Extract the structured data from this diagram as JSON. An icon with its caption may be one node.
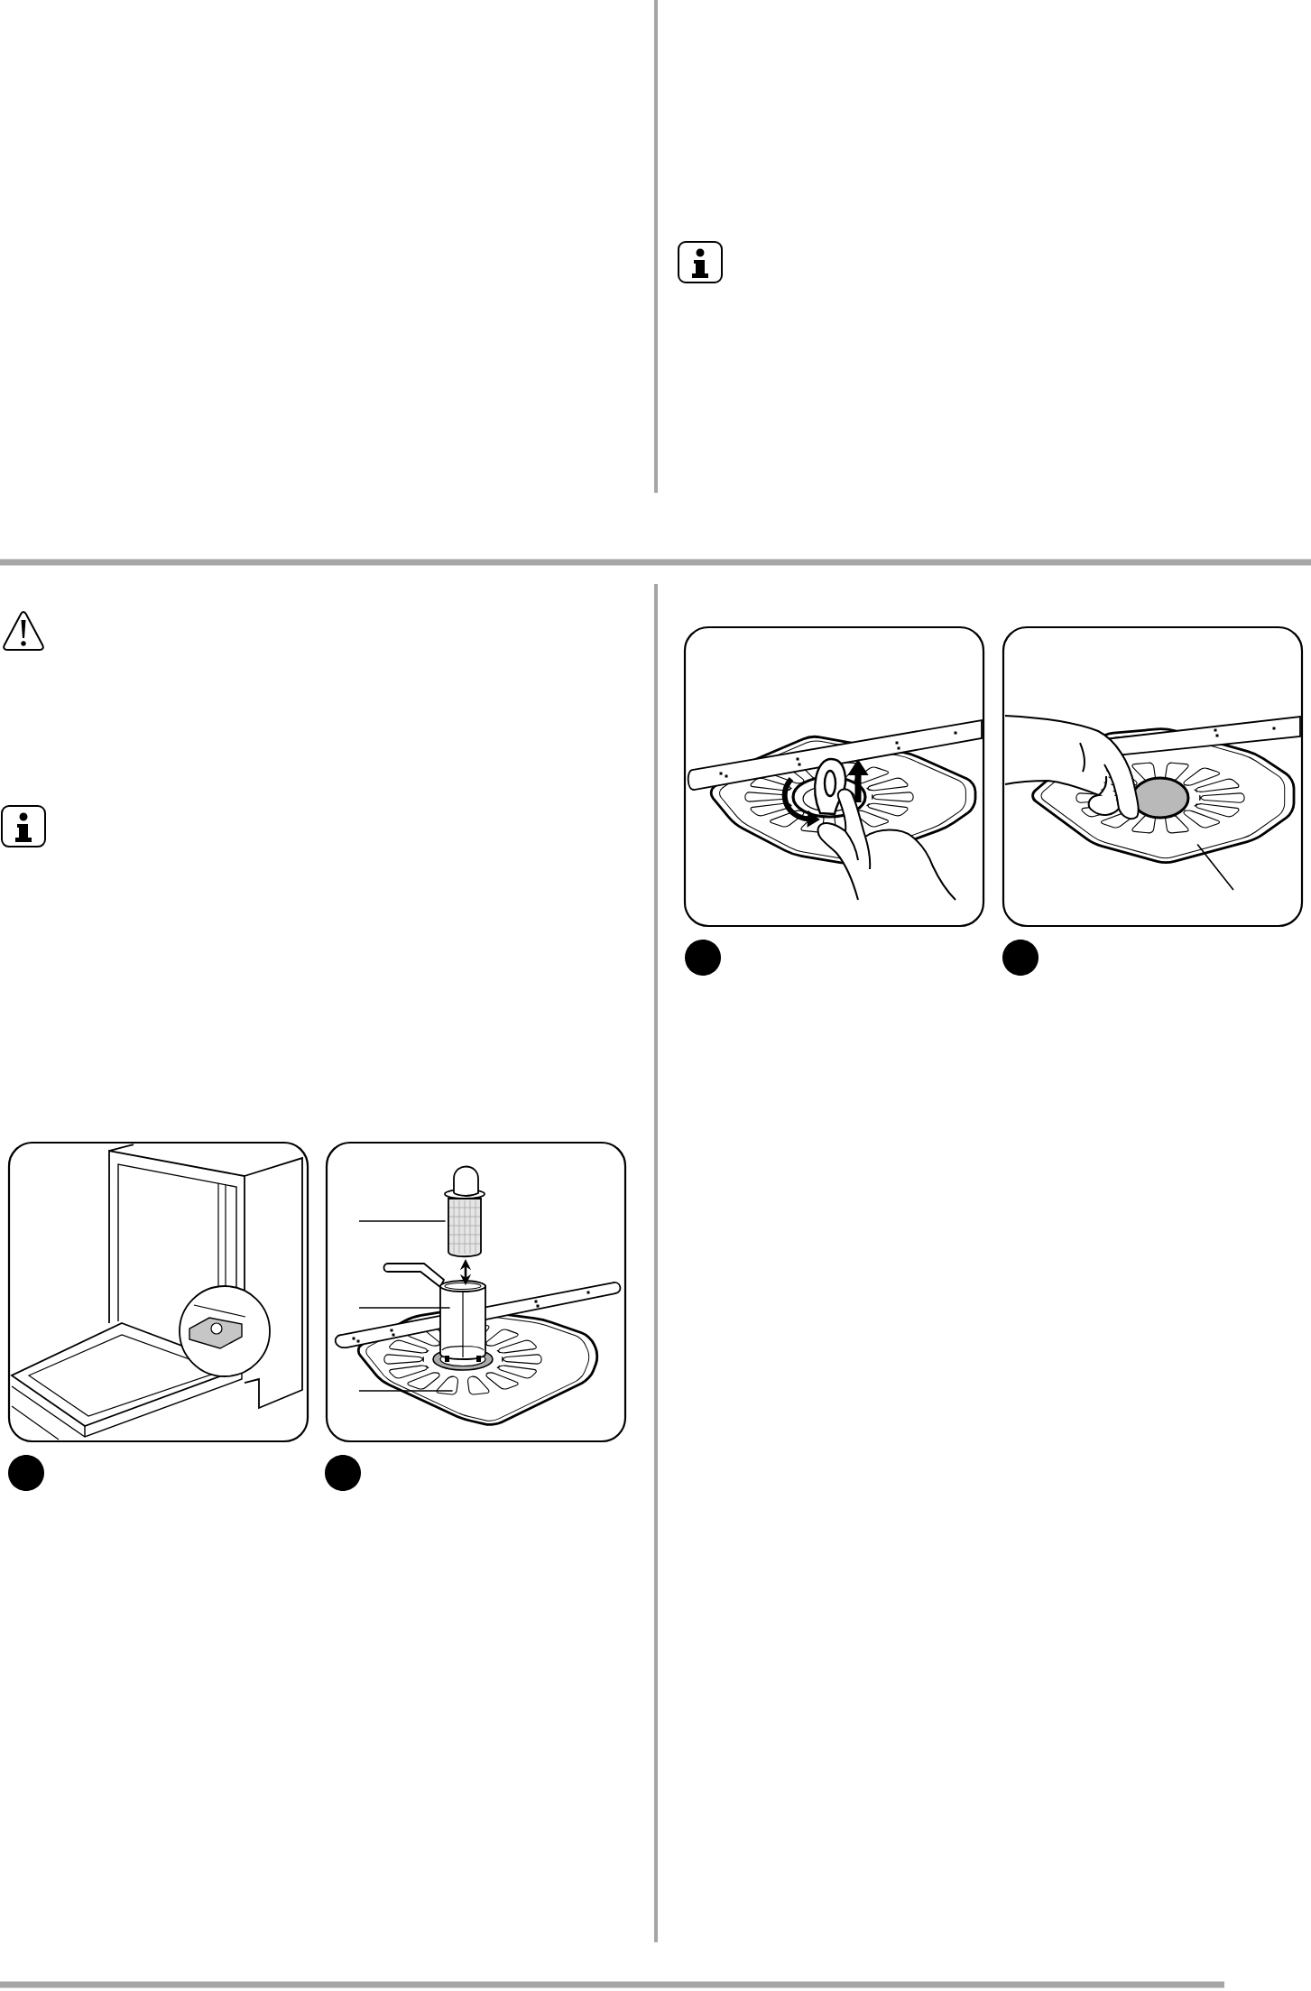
{
  "diagram": {
    "nodes": [
      {
        "text": [],
        "shape": "picture"
      },
      {
        "text": [],
        "shape": "picture"
      },
      {
        "text": [],
        "shape": "picture",
        "in": 1
      },
      {
        "text": [],
        "shape": "picture",
        "in": 1
      },
      {
        "text": [],
        "shape": "picture",
        "in": 1
      },
      {
        "text": [],
        "shape": "circle"
      },
      {
        "text": [],
        "shape": "circle"
      },
      {
        "text": [],
        "shape": "picture"
      },
      {
        "text": [],
        "shape": "picture"
      },
      {
        "text": [],
        "shape": "picture",
        "in": 8
      },
      {
        "text": [],
        "shape": "circle"
      },
      {
        "text": [],
        "shape": "circle"
      }
    ],
    "edges": [
      {
        "from": null,
        "to": 2,
        "arrow": "none"
      },
      {
        "from": null,
        "to": 3,
        "arrow": "none"
      },
      {
        "from": null,
        "to": 4,
        "arrow": "none"
      },
      {
        "from": null,
        "to": 9,
        "arrow": "none"
      }
    ]
  }
}
